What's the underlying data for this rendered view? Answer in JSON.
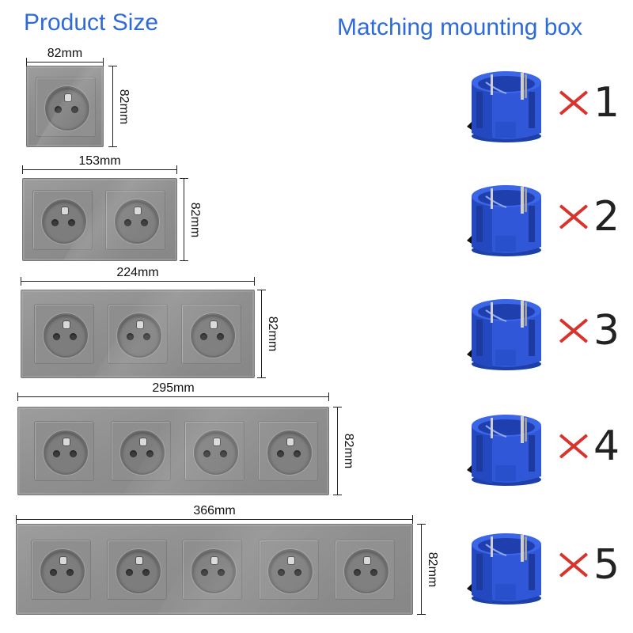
{
  "headings": {
    "product_size": "Product Size",
    "mounting_box": "Matching mounting box"
  },
  "colors": {
    "heading": "#2f6bd6",
    "plate": "#8f8f8f",
    "box": "#2f57d8",
    "multiply_sign": "#d9342b"
  },
  "products": [
    {
      "gangs": 1,
      "width_label": "82mm",
      "height_label": "82mm"
    },
    {
      "gangs": 2,
      "width_label": "153mm",
      "height_label": "82mm"
    },
    {
      "gangs": 3,
      "width_label": "224mm",
      "height_label": "82mm"
    },
    {
      "gangs": 4,
      "width_label": "295mm",
      "height_label": "82mm"
    },
    {
      "gangs": 5,
      "width_label": "366mm",
      "height_label": "82mm"
    }
  ],
  "mounting_boxes": [
    {
      "icon": "mounting-box-icon",
      "multiply_icon": "multiply-icon",
      "quantity": "1"
    },
    {
      "icon": "mounting-box-icon",
      "multiply_icon": "multiply-icon",
      "quantity": "2"
    },
    {
      "icon": "mounting-box-icon",
      "multiply_icon": "multiply-icon",
      "quantity": "3"
    },
    {
      "icon": "mounting-box-icon",
      "multiply_icon": "multiply-icon",
      "quantity": "4"
    },
    {
      "icon": "mounting-box-icon",
      "multiply_icon": "multiply-icon",
      "quantity": "5"
    }
  ]
}
